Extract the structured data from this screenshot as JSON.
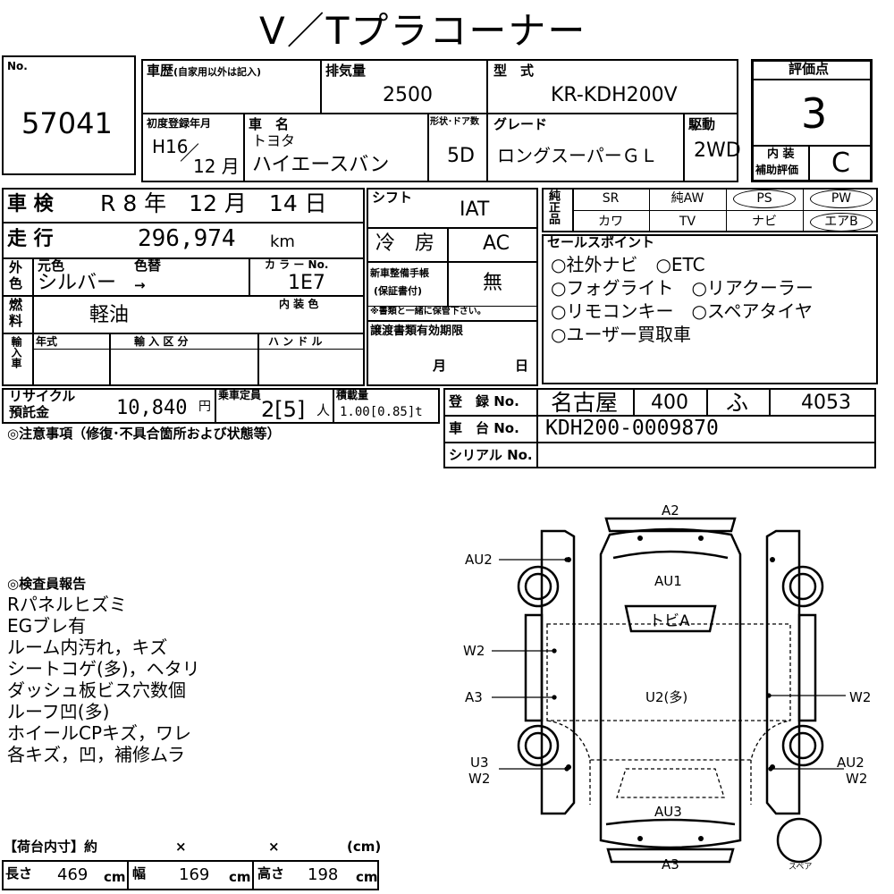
{
  "title": "V／Tプラコーナー",
  "lot": {
    "label": "No.",
    "value": "57041"
  },
  "header": {
    "history_label": "車歴",
    "history_note": "(自家用以外は記入)",
    "displacement_label": "排気量",
    "displacement_value": "2500",
    "model_label": "型　式",
    "model_value": "KR-KDH200V",
    "first_reg_label": "初度登録年月",
    "first_reg_era": "H16",
    "first_reg_month": "12 月",
    "name_label": "車　名",
    "maker": "トヨタ",
    "car_name": "ハイエースバン",
    "shape_label": "形状･ドア数",
    "shape_value": "5D",
    "grade_label": "グレード",
    "grade_value": "ロングスーパーＧＬ",
    "drive_label": "駆動",
    "drive_value": "2WD"
  },
  "score": {
    "label": "評価点",
    "value": "3",
    "interior_label_1": "内 装",
    "interior_label_2": "補助評価",
    "interior_value": "C"
  },
  "inspection": {
    "label": "車 検",
    "value": "R 8 年　12 月　14 日"
  },
  "mileage": {
    "label": "走 行",
    "value": "296,974",
    "unit": "km"
  },
  "color": {
    "side_label_1": "外",
    "side_label_2": "色",
    "original_label": "元色",
    "repaint_label": "色替",
    "value": "シルバー",
    "arrow": "→",
    "code_label": "カ ラ ー No.",
    "code_value": "1E7",
    "interior_color_label": "内 装 色"
  },
  "fuel": {
    "label_1": "燃",
    "label_2": "料",
    "value": "軽油"
  },
  "import": {
    "side_label": "輸入車",
    "year_label": "年式",
    "category_label": "輸 入 区 分",
    "handle_label": "ハ ン ド ル"
  },
  "shift": {
    "label": "シフト",
    "value": "IAT"
  },
  "aircon": {
    "label": "冷　房",
    "value": "AC"
  },
  "manual": {
    "label_1": "新車整備手帳",
    "label_2": "(保証書付)",
    "value": "無",
    "note": "※書類と一緒に保管下さい。"
  },
  "transfer": {
    "label": "譲渡書類有効期限",
    "month": "月",
    "day": "日"
  },
  "genuine": {
    "side_label": "純正品",
    "row1": [
      "SR",
      "純AW",
      "PS",
      "PW"
    ],
    "row2": [
      "カワ",
      "TV",
      "ナビ",
      "エアB"
    ]
  },
  "sales": {
    "label": "セールスポイント",
    "lines": [
      "○社外ナビ　○ETC",
      "○フォグライト　○リアクーラー",
      "○リモコンキー　○スペアタイヤ",
      "○ユーザー買取車"
    ]
  },
  "recycle": {
    "label_1": "リサイクル",
    "label_2": "預託金",
    "value": "10,840",
    "unit": "円"
  },
  "capacity": {
    "label": "乗車定員",
    "value": "2[5]",
    "unit": "人"
  },
  "load": {
    "label": "積載量",
    "value": "1.00[0.85]t"
  },
  "registration": {
    "label": "登　録 No.",
    "area": "名古屋",
    "class": "400",
    "kana": "ふ",
    "number": "4053"
  },
  "chassis": {
    "label": "車　台 No.",
    "value": "KDH200-0009870"
  },
  "serial": {
    "label": "シリアル No."
  },
  "notes_label": "◎注意事項（修復･不具合箇所および状態等）",
  "report": {
    "label": "◎検査員報告",
    "lines": [
      "Rパネルヒズミ",
      "EGブレ有",
      "ルーム内汚れ，キズ",
      "シートコゲ(多)，ヘタリ",
      "ダッシュ板ビス穴数個",
      "ルーフ凹(多)",
      "ホイールCPキズ，ワレ",
      "各キズ，凹，補修ムラ"
    ]
  },
  "cargo": {
    "label": "【荷台内寸】約",
    "x1": "×",
    "x2": "×",
    "unit_label": "(cm)",
    "length_label": "長さ",
    "length": "469",
    "width_label": "幅",
    "width": "169",
    "height_label": "高さ",
    "height": "198",
    "cm": "cm"
  },
  "diagram": {
    "a2": "A2",
    "au2_left": "AU2",
    "au1": "AU1",
    "tobi": "トビA",
    "w2_left": "W2",
    "a3_left": "A3",
    "u2": "U2(多)",
    "w2_right": "W2",
    "u3_left": "U3",
    "w2_left_bottom": "W2",
    "au2_right": "AU2",
    "w2_right_bottom": "W2",
    "au3": "AU3",
    "a3_bottom": "A3",
    "spare": "スペア"
  }
}
